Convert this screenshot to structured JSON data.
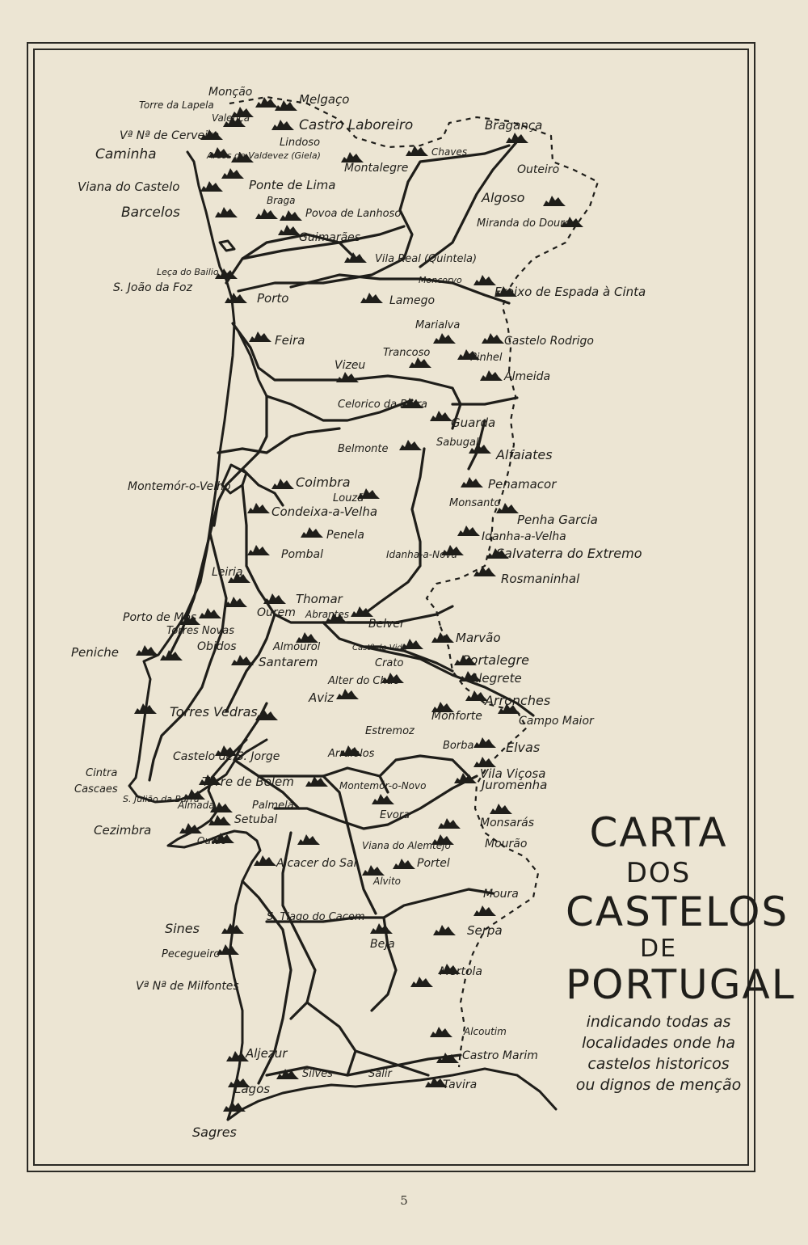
{
  "title": {
    "line1": "CARTA",
    "line2": "DOS",
    "line3": "CASTELOS",
    "line4": "DE",
    "line5": "PORTUGAL",
    "subtitle": "indicando todas as\nlocalidades onde ha\ncastelos historicos\nou dignos de menção"
  },
  "page_number": "5",
  "places": [
    "Monção",
    "Torre da Lapela",
    "Valença",
    "Melgaço",
    "Castro Laboreiro",
    "Vª Nª de Cerveira",
    "Caminha",
    "Lindoso",
    "Arcos de Valdevez (Giela)",
    "Montalegre",
    "Chaves",
    "Bragança",
    "Outeiro",
    "Viana do Castelo",
    "Ponte de Lima",
    "Algoso",
    "Braga",
    "Povoa de Lanhoso",
    "Barcelos",
    "Miranda do Douro",
    "Guimarães",
    "Vila Real (Quintela)",
    "Moncorvo",
    "Leça do Bailio",
    "S. João da Foz",
    "Porto",
    "Freixo de Espada à Cinta",
    "Lamego",
    "Marialva",
    "Castelo Rodrigo",
    "Feira",
    "Trancoso",
    "Pinhel",
    "Vizeu",
    "Almeida",
    "Celorico da Beira",
    "Guarda",
    "Sabugal",
    "Belmonte",
    "Alfaiates",
    "Montemór-o-Velho",
    "Coimbra",
    "Penamacor",
    "Louzã",
    "Condeixa-a-Velha",
    "Monsanto",
    "Penha Garcia",
    "Penela",
    "Idanha-a-Velha",
    "Pombal",
    "Idanha-a-Nova",
    "Salvaterra do Extremo",
    "Rosmaninhal",
    "Leiria",
    "Thomar",
    "Ourem",
    "Abrantes",
    "Porto de Mós",
    "Torres Novas",
    "Belver",
    "Marvão",
    "Almourol",
    "Castº de Vide",
    "Peniche",
    "Obidos",
    "Portalegre",
    "Crato",
    "Santarem",
    "Alegrete",
    "Alter do Chão",
    "Arronches",
    "Aviz",
    "Monforte",
    "Campo Maior",
    "Torres Vedras",
    "Estremoz",
    "Borba",
    "Elvas",
    "Castelo de S. Jorge",
    "Arraiolos",
    "Vila Viçosa",
    "Cintra",
    "Torre de Belem",
    "Juromenha",
    "Cascaes",
    "Montemór-o-Novo",
    "S. Julião da Barra",
    "Almada",
    "Palmela",
    "Evora",
    "Setubal",
    "Cezimbra",
    "Monsarás",
    "Outão",
    "Viana do Alemtejo",
    "Mourão",
    "Alcacer do Sal",
    "Portel",
    "Alvito",
    "Moura",
    "Sines",
    "S. Tiago do Cacem",
    "Serpa",
    "Beja",
    "Pecegueiro",
    "Vª Nª de Milfontes",
    "Mertola",
    "Alcoutim",
    "Aljezur",
    "Castro Marim",
    "Silves",
    "Salir",
    "Lagos",
    "Tavira",
    "Sagres"
  ],
  "colors": {
    "paper": "#ece5d3",
    "ink": "#1f1e1a"
  }
}
